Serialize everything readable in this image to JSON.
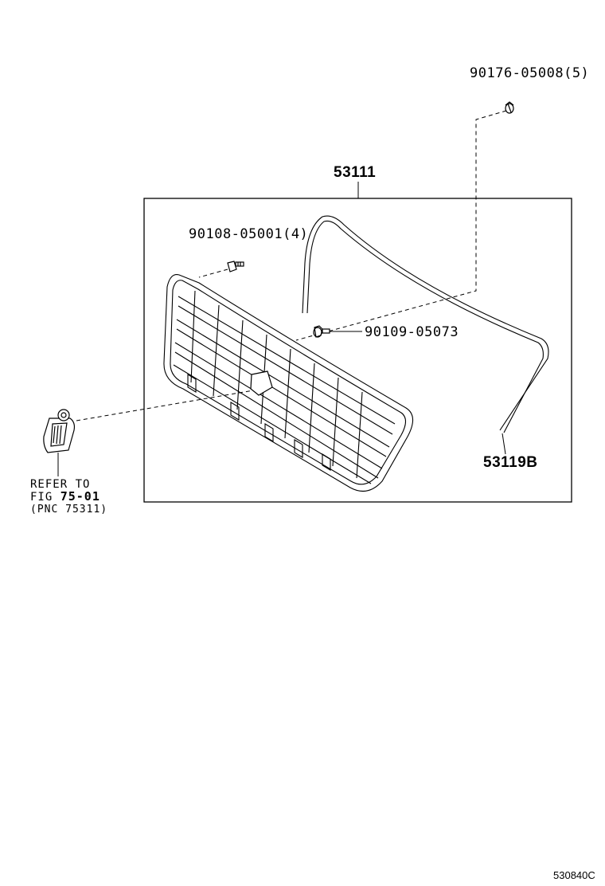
{
  "parts": {
    "clip_top": "90176-05008(5)",
    "grille_assy": "53111",
    "bolt": "90108-05001(4)",
    "screw": "90109-05073",
    "molding": "53119B"
  },
  "reference": {
    "line1": "REFER TO",
    "line2_prefix": "FIG ",
    "line2_fig": "75-01",
    "line3": "(PNC 75311)"
  },
  "diagram_code": "530840C",
  "colors": {
    "line": "#000000",
    "background": "#ffffff"
  }
}
